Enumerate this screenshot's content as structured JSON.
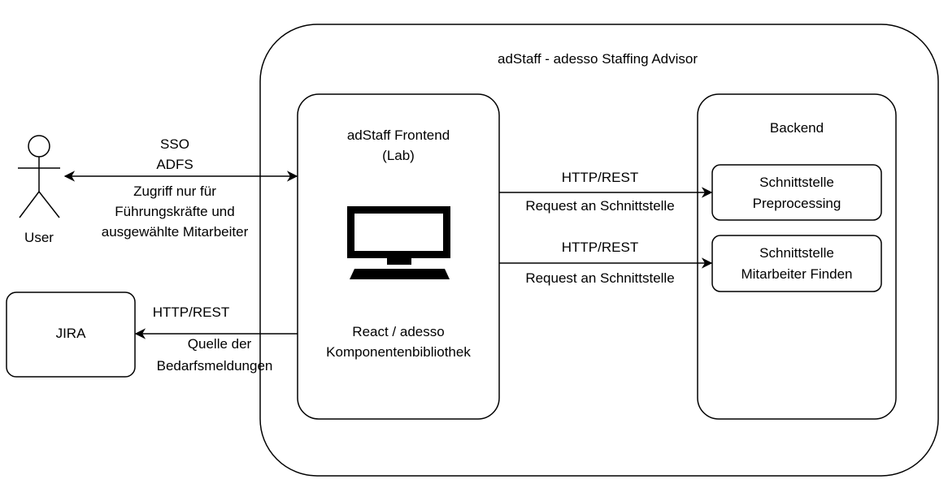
{
  "system_title": "adStaff - adesso Staffing Advisor",
  "actor": {
    "label": "User",
    "icon": "stick-figure-icon"
  },
  "frontend": {
    "title_line1": "adStaff Frontend",
    "title_line2": "(Lab)",
    "icon": "monitor-icon",
    "tech_line1": "React / adesso",
    "tech_line2": "Komponentenbibliothek"
  },
  "backend": {
    "title": "Backend",
    "services": [
      {
        "line1": "Schnittstelle",
        "line2": "Preprocessing"
      },
      {
        "line1": "Schnittstelle",
        "line2": "Mitarbeiter Finden"
      }
    ]
  },
  "external": {
    "jira": "JIRA"
  },
  "connections": {
    "user_frontend": {
      "line1": "SSO",
      "line2": "ADFS",
      "line3": "Zugriff nur für",
      "line4": "Führungskräfte und",
      "line5": "ausgewählte Mitarbeiter"
    },
    "frontend_preprocessing": {
      "protocol": "HTTP/REST",
      "description": "Request an Schnittstelle"
    },
    "frontend_finden": {
      "protocol": "HTTP/REST",
      "description": "Request an Schnittstelle"
    },
    "frontend_jira": {
      "protocol": "HTTP/REST",
      "description_line1": "Quelle der",
      "description_line2": "Bedarfsmeldungen"
    }
  }
}
